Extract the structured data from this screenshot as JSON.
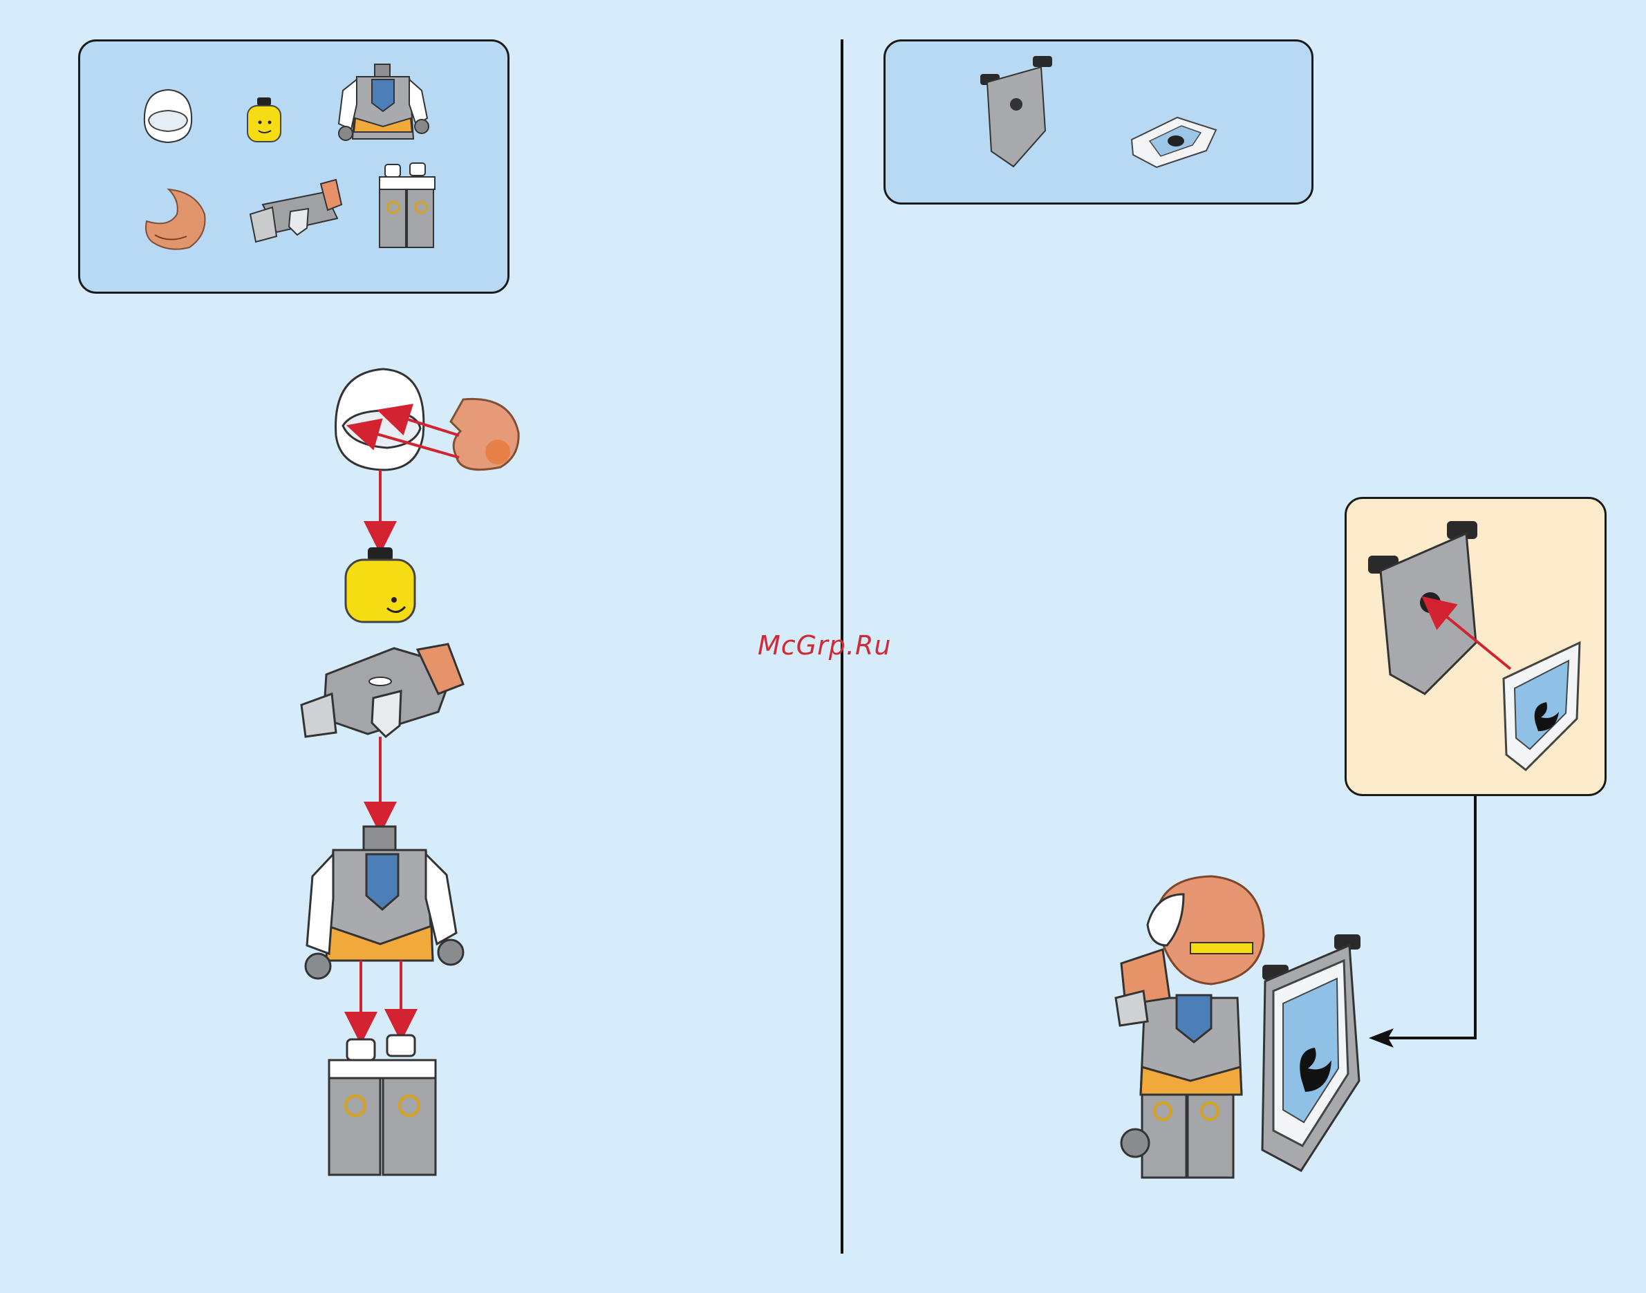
{
  "page": {
    "background": "#d6ecfa",
    "parts_box_color": "#b8d9f4",
    "callout_box_color": "#fdeccc",
    "arrow_color": "#d32330"
  },
  "watermark": {
    "text": "McGrp.Ru"
  },
  "left_panel": {
    "parts": [
      {
        "name": "white-helmet-icon"
      },
      {
        "name": "yellow-head-icon"
      },
      {
        "name": "armored-torso-icon"
      },
      {
        "name": "copper-visor-icon"
      },
      {
        "name": "shoulder-armor-icon"
      },
      {
        "name": "legs-icon"
      }
    ],
    "assembly_steps": [
      "helmet-visor",
      "head",
      "shoulder-armor",
      "torso",
      "legs"
    ]
  },
  "right_panel": {
    "parts": [
      {
        "name": "shield-icon"
      },
      {
        "name": "shield-tile-icon"
      }
    ],
    "callout": {
      "steps": [
        "shield",
        "swan-tile"
      ]
    },
    "result": "knight-with-shield"
  }
}
